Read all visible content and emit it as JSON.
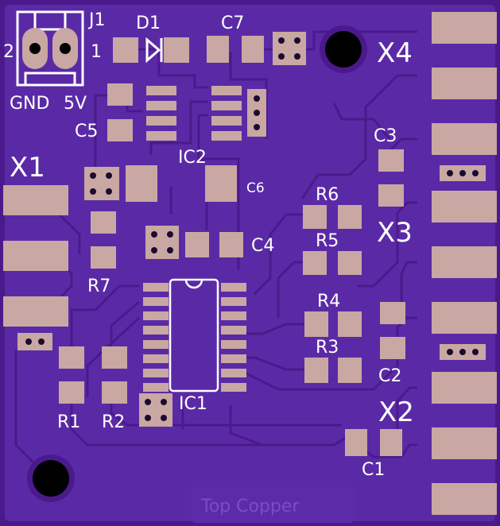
{
  "title": "Top Copper",
  "colors": {
    "board": "#4a1a8c",
    "copper": "#5a2aa6",
    "pad": "#c9a7a3",
    "silkscreen": "#ffffff",
    "hole": "#000000"
  },
  "labels": {
    "j1": "J1",
    "j1_pin2": "2",
    "j1_pin1": "1",
    "gnd": "GND",
    "v5": "5V",
    "d1": "D1",
    "c7": "C7",
    "x4": "X4",
    "c5": "C5",
    "ic2": "IC2",
    "x1": "X1",
    "c6": "C6",
    "c3": "C3",
    "r6": "R6",
    "r5": "R5",
    "x3": "X3",
    "c4": "C4",
    "r7": "R7",
    "r4": "R4",
    "r3": "R3",
    "c2": "C2",
    "r1": "R1",
    "r2": "R2",
    "ic1": "IC1",
    "x2": "X2",
    "c1": "C1"
  }
}
